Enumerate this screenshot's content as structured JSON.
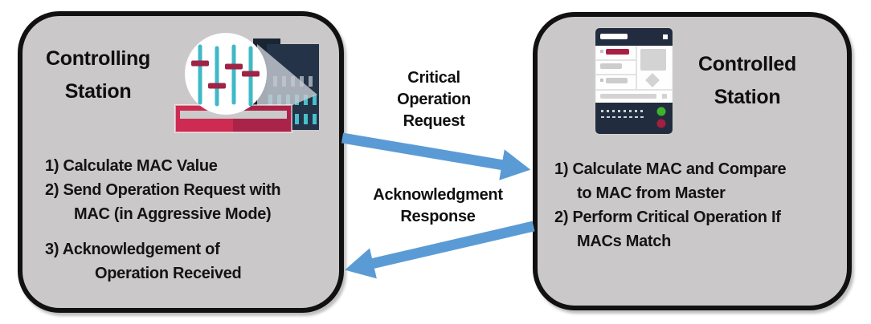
{
  "controlling_station": {
    "title": "Controlling Station",
    "title_lines": [
      "Controlling",
      "Station"
    ],
    "steps": [
      {
        "text": "1) Calculate MAC Value",
        "indent": false
      },
      {
        "text": "2) Send Operation Request with",
        "indent": false
      },
      {
        "text": "MAC (in Aggressive Mode)",
        "indent": true
      },
      {
        "text": "3) Acknowledgement of",
        "indent": false
      },
      {
        "text": "Operation Received",
        "indent": true
      }
    ],
    "icon": "building-control-sliders-icon"
  },
  "controlled_station": {
    "title": "Controlled Station",
    "title_lines": [
      "Controlled",
      "Station"
    ],
    "steps": [
      {
        "text": "1) Calculate MAC and Compare",
        "indent": false
      },
      {
        "text": "to MAC from Master",
        "indent": true
      },
      {
        "text": "2) Perform Critical Operation If",
        "indent": false
      },
      {
        "text": "MACs Match",
        "indent": true
      }
    ],
    "icon": "control-panel-device-icon"
  },
  "messages": {
    "request": {
      "label_lines": [
        "Critical",
        "Operation",
        "Request"
      ],
      "direction": "controlling-to-controlled"
    },
    "acknowledgment": {
      "label_lines": [
        "Acknowledgment",
        "Response"
      ],
      "direction": "controlled-to-controlling"
    }
  },
  "colors": {
    "box_fill": "#cac8c8",
    "box_border": "#111111",
    "arrow_blue": "#5b9bd5",
    "text": "#141414",
    "icon_navy": "#212d3f",
    "icon_navy_dark": "#1a2533",
    "icon_teal": "#3fb9c7",
    "icon_crimson": "#cd2b52",
    "icon_crimson_dark": "#aa2449",
    "icon_handle_crimson": "#9e2346",
    "icon_green_led": "#3cb32b",
    "icon_red_led": "#a41f3f",
    "icon_light_gray": "#d3d3d3"
  }
}
